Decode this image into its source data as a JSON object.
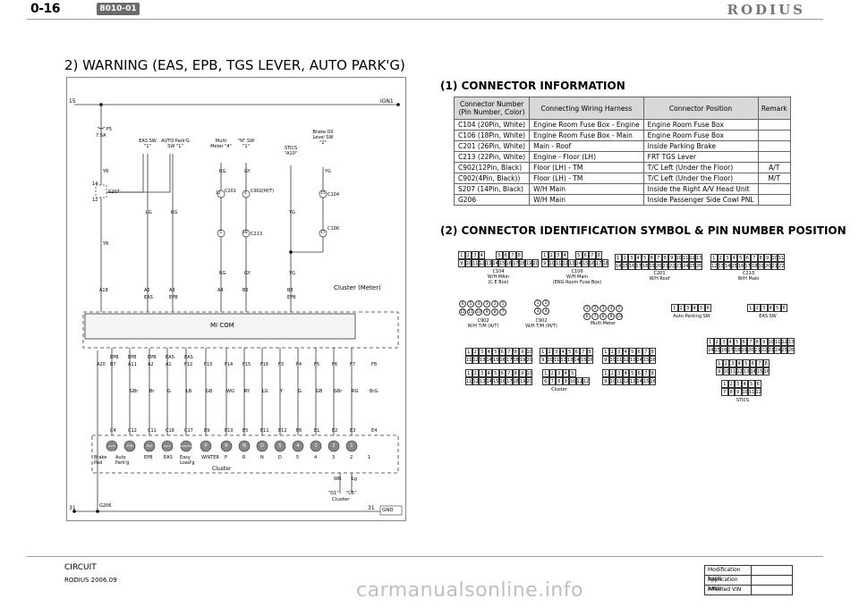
{
  "header": {
    "page_number": "0-16",
    "section_code": "8010-01",
    "brand": "RODIUS"
  },
  "section_title": "2) WARNING (EAS, EPB, TGS LEVER, AUTO PARK'G)",
  "connector_info": {
    "title": "(1) CONNECTOR INFORMATION",
    "headers": [
      "Connector Number (Pin Number, Color)",
      "Connecting Wiring Harness",
      "Connector Position",
      "Remark"
    ],
    "rows": [
      [
        "C104 (20Pin, White)",
        "Engine Room Fuse Box - Engine",
        "Engine Room Fuse Box",
        ""
      ],
      [
        "C106 (18Pin, White)",
        "Engine Room Fuse Box - Main",
        "Engine Room Fuse Box",
        ""
      ],
      [
        "C201 (26Pin, White)",
        "Main - Roof",
        "Inside Parking Brake",
        ""
      ],
      [
        "C213 (22Pin, White)",
        "Engine - Floor (LH)",
        "FRT TGS Lever",
        ""
      ],
      [
        "C902(12Pin, Black)",
        "Floor (LH) - TM",
        "T/C Left (Under the Floor)",
        "A/T"
      ],
      [
        "C902(4Pin, Black))",
        "Floor (LH) - TM",
        "T/C Left (Under the Floor)",
        "M/T"
      ],
      [
        "S207 (14Pin, Black)",
        "W/H Main",
        "Inside the Right A/V Head Unit",
        ""
      ],
      [
        "G206",
        "W/H Main",
        "Inside Passenger Side Cowl PNL",
        ""
      ]
    ]
  },
  "connector_id": {
    "title": "(2) CONNECTOR IDENTIFICATION SYMBOL & PIN NUMBER POSITION",
    "c104": {
      "name": "C104",
      "desc1": "W/H MAin",
      "desc2": "(C.E Box)",
      "top": [
        "1",
        "2",
        "3",
        "4",
        "5",
        "6",
        "7",
        "8"
      ],
      "bottom": [
        "9",
        "10",
        "11",
        "12",
        "13",
        "14",
        "15",
        "16",
        "17",
        "18",
        "19",
        "20"
      ]
    },
    "c106": {
      "name": "C106",
      "desc1": "W/H Main",
      "desc2": "(ENG Room Fuse Box)",
      "top": [
        "1",
        "2",
        "3",
        "4",
        "5",
        "6",
        "7",
        "8"
      ],
      "bottom": [
        "9",
        "10",
        "11",
        "12",
        "13",
        "14",
        "15",
        "16",
        "17",
        "18"
      ]
    },
    "c201": {
      "name": "C201",
      "desc1": "W/H Roof",
      "top": [
        "1",
        "2",
        "3",
        "4",
        "5",
        "6",
        "7",
        "8",
        "9",
        "10",
        "11",
        "12",
        "13"
      ],
      "bottom": [
        "14",
        "15",
        "16",
        "17",
        "18",
        "19",
        "20",
        "21",
        "22",
        "23",
        "24",
        "25",
        "26"
      ]
    },
    "c213": {
      "name": "C213",
      "desc1": "W/H Main",
      "top": [
        "1",
        "2",
        "3",
        "4",
        "5",
        "6",
        "7",
        "8",
        "9",
        "10",
        "11"
      ],
      "bottom": [
        "12",
        "13",
        "14",
        "15",
        "16",
        "17",
        "18",
        "19",
        "20",
        "21",
        "22"
      ]
    },
    "c902a": {
      "name": "C902",
      "desc1": "W/H T/M (A/T)",
      "top": [
        "6",
        "5",
        "4",
        "3",
        "2",
        "1"
      ],
      "bottom": [
        "12",
        "11",
        "10",
        "9",
        "8",
        "7"
      ]
    },
    "c902m": {
      "name": "C902",
      "desc1": "W/H T/M (M/T)",
      "top": [
        "1",
        "2"
      ],
      "bottom": [
        "3",
        "4"
      ]
    },
    "multi_meter": {
      "name": "Multi Meter",
      "top": [
        "1",
        "2",
        "3",
        "4",
        "5"
      ],
      "bottom": [
        "6",
        "7",
        "8",
        "9",
        "10"
      ]
    },
    "auto_parking_sw": {
      "name": "Auto Parking SW",
      "pins": [
        "1",
        "2",
        "3",
        "4",
        "5",
        "6"
      ]
    },
    "eas_sw": {
      "name": "EAS SW",
      "pins": [
        "1",
        "2",
        "3",
        "4",
        "5",
        "6"
      ]
    },
    "cluster": {
      "name": "Cluster",
      "a_top": [
        "1",
        "2",
        "3",
        "4",
        "5",
        "6",
        "7",
        "8",
        "9",
        "10"
      ],
      "a_bottom": [
        "11",
        "12",
        "13",
        "14",
        "15",
        "16",
        "17",
        "18",
        "19",
        "20"
      ],
      "b_top": [
        "1",
        "2",
        "3",
        "4",
        "5",
        "6",
        "7",
        "8"
      ],
      "b_bottom": [
        "9",
        "10",
        "11",
        "12",
        "13",
        "14",
        "15",
        "16"
      ],
      "c_top": [
        "1",
        "2",
        "3",
        "4",
        "5",
        "6",
        "7",
        "8"
      ],
      "c_bottom": [
        "9",
        "10",
        "11",
        "12",
        "13",
        "14",
        "15",
        "16"
      ],
      "d_top": [
        "1",
        "2",
        "3",
        "4",
        "5",
        "6",
        "7",
        "8",
        "9",
        "10"
      ],
      "d_bottom": [
        "11",
        "12",
        "13",
        "14",
        "15",
        "16",
        "17",
        "18",
        "19",
        "20"
      ],
      "e_top": [
        "1",
        "2",
        "3",
        "4",
        "5"
      ],
      "e_bottom": [
        "6",
        "7",
        "8",
        "9",
        "10",
        "11",
        "12"
      ],
      "f_top": [
        "1",
        "2",
        "3",
        "4",
        "5",
        "6",
        "7",
        "8"
      ],
      "f_bottom": [
        "9",
        "10",
        "11",
        "12",
        "13",
        "14",
        "15",
        "16"
      ]
    },
    "stics": {
      "name": "STICS",
      "a_top": [
        "1",
        "2",
        "3",
        "4",
        "5",
        "6",
        "7",
        "8",
        "9",
        "10",
        "11",
        "12",
        "13"
      ],
      "a_bottom": [
        "14",
        "15",
        "16",
        "17",
        "18",
        "19",
        "20",
        "21",
        "22",
        "23",
        "24",
        "25",
        "26"
      ],
      "b_top": [
        "1",
        "2",
        "3",
        "4",
        "5",
        "6",
        "7",
        "8"
      ],
      "b_bottom": [
        "9",
        "10",
        "11",
        "12",
        "13",
        "14",
        "15",
        "16"
      ],
      "c_top": [
        "1",
        "2",
        "3",
        "4",
        "5",
        "6"
      ],
      "c_bottom": [
        "7",
        "8",
        "9",
        "10",
        "11",
        "12"
      ]
    }
  },
  "diagram": {
    "line15": "15",
    "ign1": "IGN1",
    "line31": "31",
    "line31b": "31",
    "gnd": "GND",
    "fuse": "F5",
    "fuse_rating": "7.5A",
    "s207": "S207",
    "s207_top": "14",
    "s207_bot": "12",
    "yr1": "YR",
    "yr2": "YR",
    "eas_sw": "EAS SW \"1\"",
    "auto_park_sw": "AUTO Park'G SW \"1\"",
    "multi_meter": "Multi Meter \"4\"",
    "n_sw": "\"N\" SW \"1\"",
    "stics": "STICS \"A10\"",
    "brake_oil": "Brake Oil Level SW \"2\"",
    "c201": "C201",
    "c201_pin": "12",
    "c902": "C902(M/T)",
    "c902_pin": "4",
    "c213": "C213",
    "c213_pin_a": "5",
    "c213_pin_b": "18",
    "c104": "C104",
    "c104_pin": "15",
    "c106": "C106",
    "c106_pin": "17",
    "wires_upper": [
      "LG",
      "RG",
      "RG",
      "GY",
      "YG",
      "YG"
    ],
    "wires_mid": [
      "RG",
      "GY",
      "YG"
    ],
    "cluster_meter": "Cluster (Meter)",
    "mi_com": "MI COM",
    "meter_pins_top": [
      "A18",
      "A5",
      "A3",
      "A4",
      "B5",
      "B8"
    ],
    "meter_labels_top": [
      "EAS",
      "EPB",
      "EPB"
    ],
    "lower_labels": [
      "EPB",
      "EPB",
      "EPB",
      "EAS",
      "EAS"
    ],
    "lower_pins": [
      "A20",
      "B7",
      "A11",
      "A2",
      "A1",
      "F12",
      "F13",
      "F14",
      "F15",
      "F16",
      "F3",
      "F4",
      "F5",
      "F6",
      "F7",
      "F8"
    ],
    "lower_wires": [
      "GBr",
      "Br",
      "G",
      "LB",
      "GB",
      "WG",
      "RY",
      "LG",
      "Y",
      "G",
      "GB",
      "GBr",
      "RG",
      "BrG"
    ],
    "bottom_pins": [
      "C4",
      "C12",
      "C11",
      "C18",
      "C17",
      "E9",
      "E10",
      "E5",
      "E11",
      "E12",
      "E6",
      "E1",
      "E2",
      "E3",
      "E4"
    ],
    "lamps": [
      "AUTO PARK",
      "EPB",
      "EAS",
      "EASY LOAD",
      "WINTER",
      "P",
      "R",
      "N",
      "D",
      "5",
      "4",
      "3",
      "2",
      "1"
    ],
    "lamp_labels": [
      "Brake Pad",
      "Auto Park'g",
      "EPB",
      "EAS",
      "Easy Load'g",
      "WINTER",
      "P",
      "R",
      "N",
      "D",
      "5",
      "4",
      "3",
      "2",
      "1"
    ],
    "cluster": "Cluster",
    "wr": "WR",
    "lg": "Lg",
    "d1": "\"D1\"",
    "c5": "\"C5\"",
    "cluster2": "Cluster",
    "g206": "G206"
  },
  "footer": {
    "circuit": "CIRCUIT",
    "rodius_date": "RODIUS 2006.09",
    "mod_rows": [
      "Modification basis",
      "Application basis",
      "Affected VIN"
    ],
    "watermark": "carmanualsonline.info"
  }
}
